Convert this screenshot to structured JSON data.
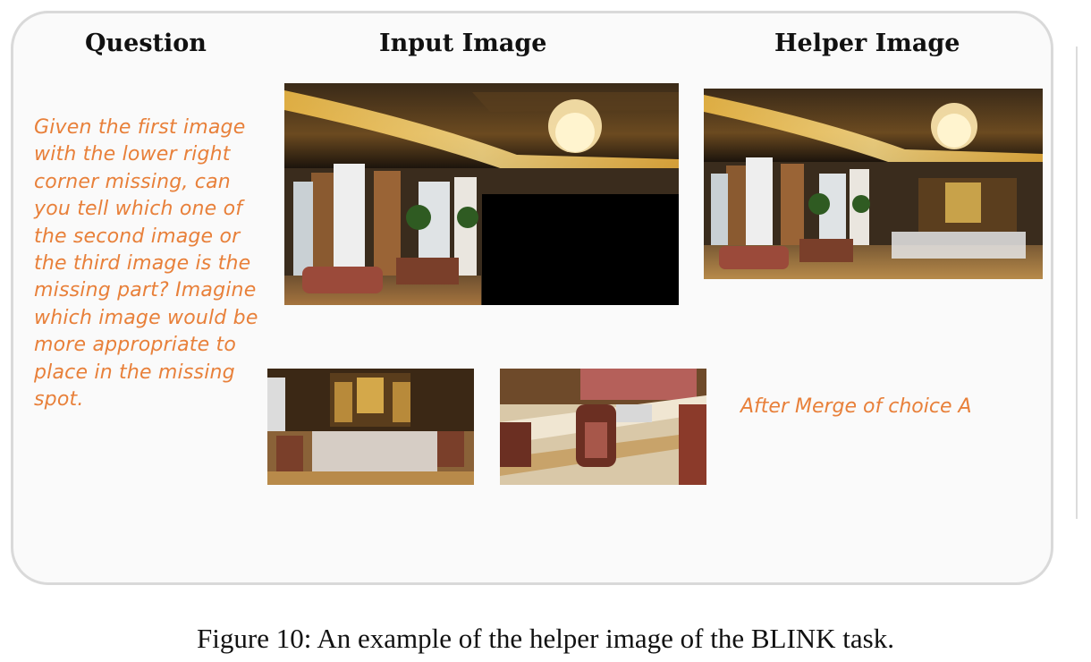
{
  "headings": {
    "question": "Question",
    "input_image": "Input Image",
    "helper_image": "Helper Image"
  },
  "question_text": "Given the first image with the lower right corner missing, can you tell which one of the second image or the third image is the missing part? Imagine which image would be more appropriate to place in the missing spot.",
  "helper_caption": "After Merge of choice A",
  "figure_caption": "Figure 10: An example of the helper image of the BLINK task.",
  "images": {
    "input": "hall-photo-with-black-lower-right",
    "helper": "hall-photo-merged",
    "choice_a": "tables-and-cabinet-photo",
    "choice_b": "chairs-and-floor-photo"
  },
  "colors": {
    "question_text": "#e8803a",
    "panel_border": "#d9d9d9",
    "panel_bg": "#fafafa"
  }
}
